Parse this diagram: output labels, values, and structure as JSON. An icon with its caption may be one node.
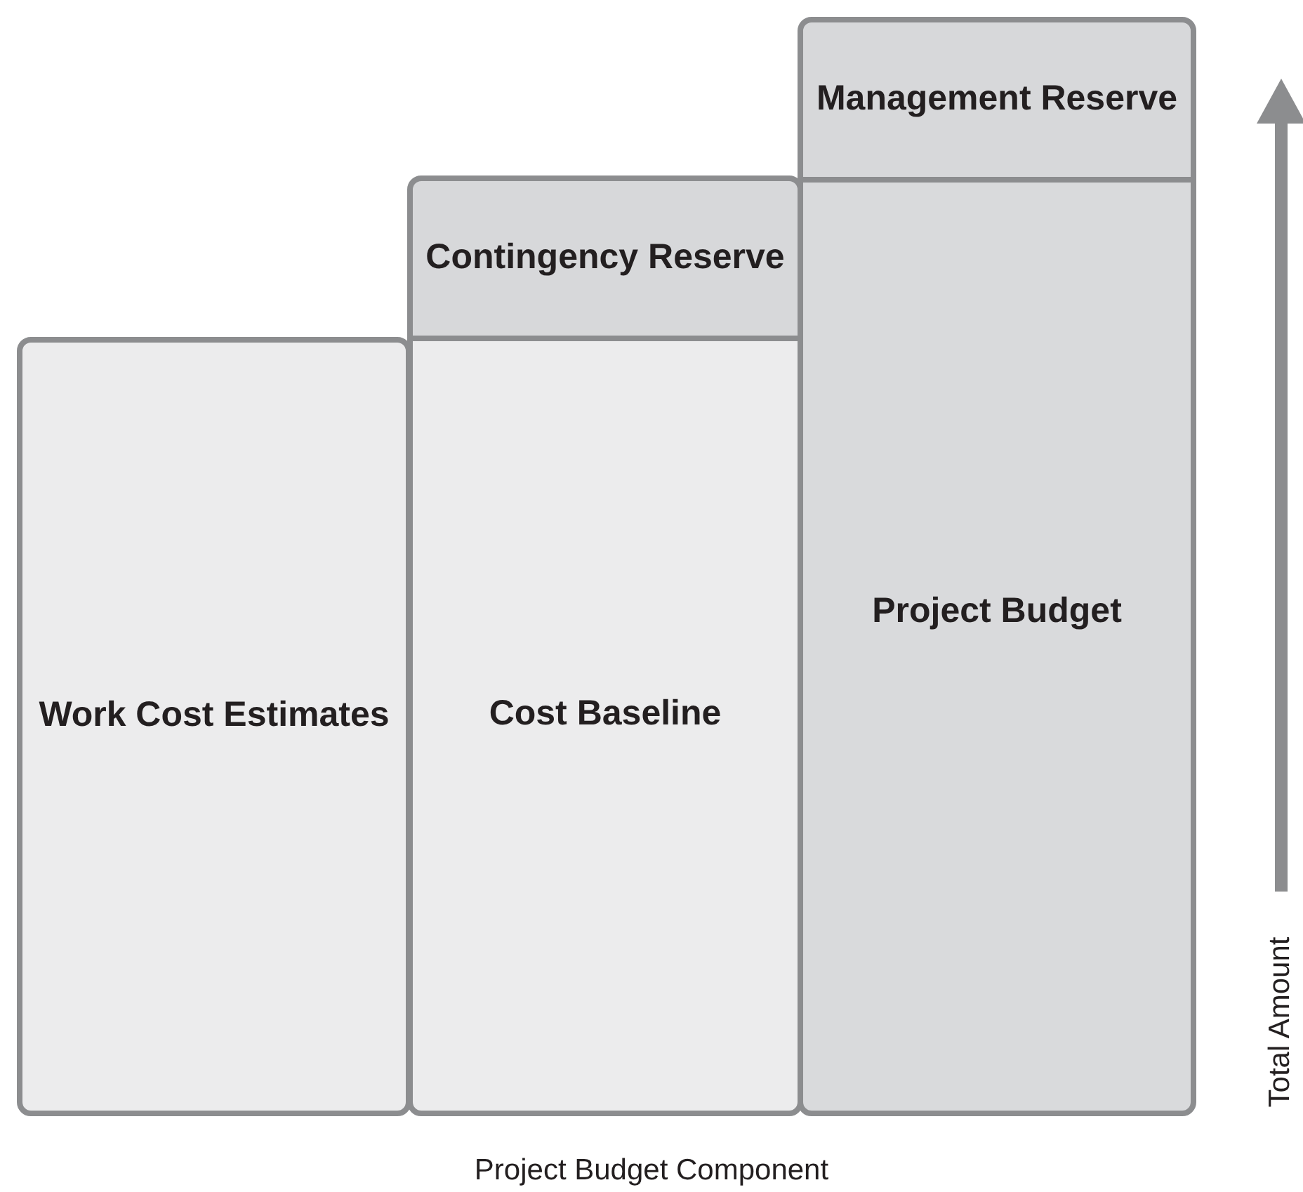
{
  "diagram": {
    "nodes": [
      {
        "text": [
          "Work Cost Estimates"
        ]
      },
      {
        "text": [
          "Contingency Reserve"
        ]
      },
      {
        "text": [
          "Cost Baseline"
        ]
      },
      {
        "text": [
          "Management Reserve"
        ]
      },
      {
        "text": [
          "Project Budget"
        ]
      }
    ],
    "labels": [
      "Total Amount",
      "Project Budget Component"
    ]
  }
}
